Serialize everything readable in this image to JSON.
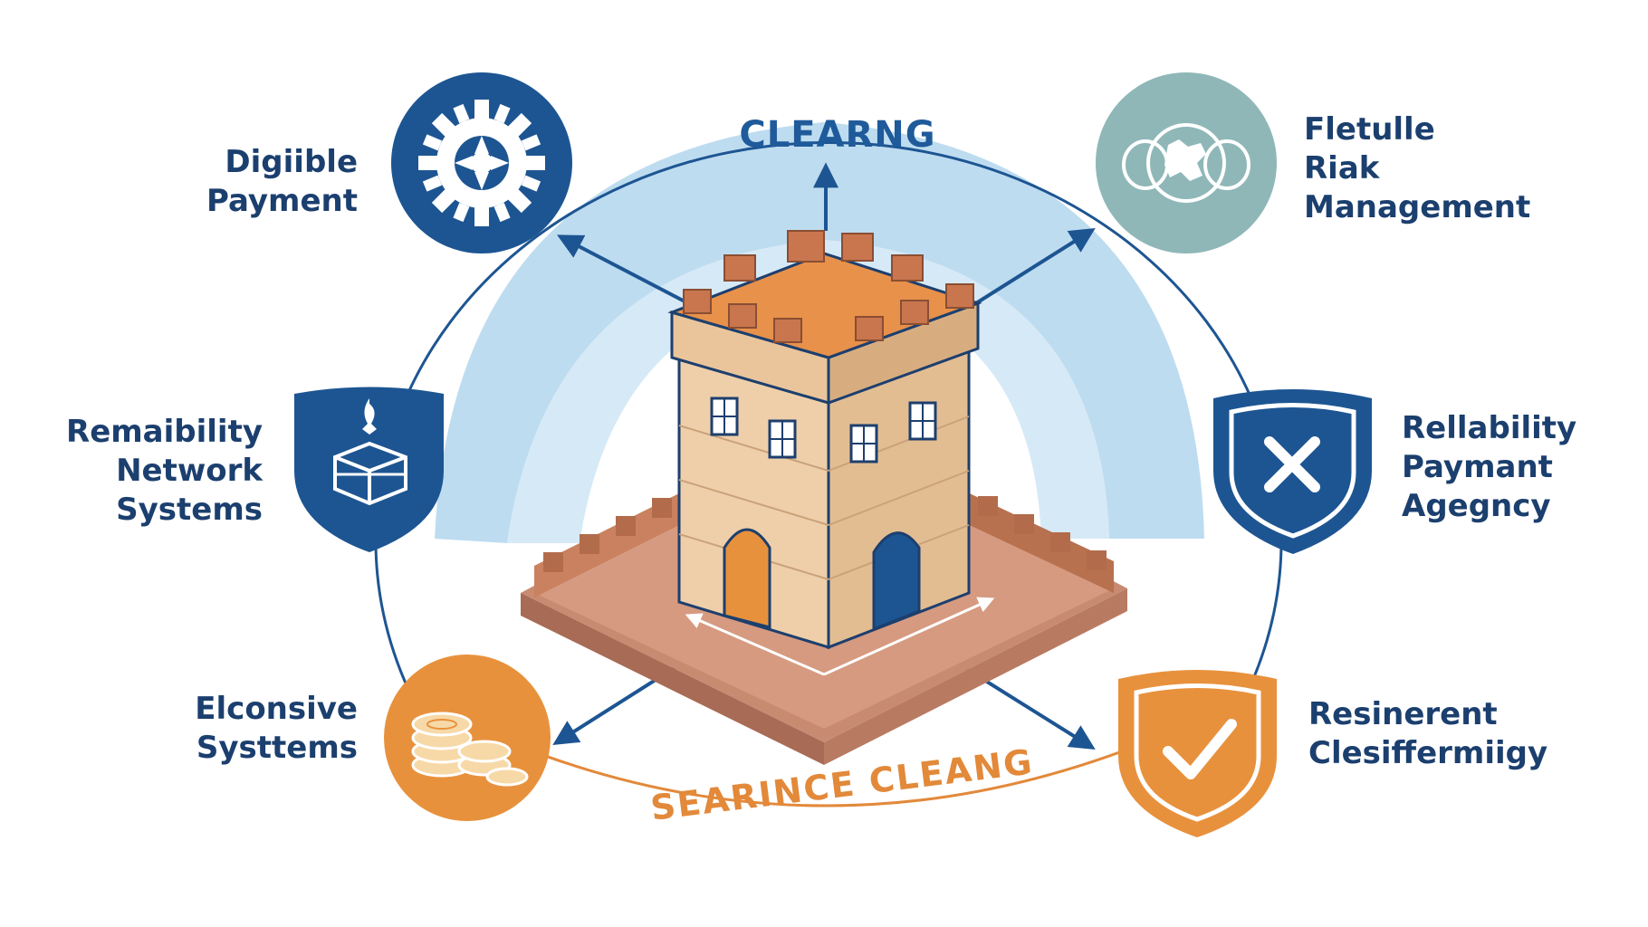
{
  "top_label": "CLEARNG",
  "bottom_label": "SEARINCE CLEANG",
  "nodes": {
    "top_left": {
      "lines": [
        "Digiible",
        "Payment"
      ],
      "icon": "gear-icon"
    },
    "middle_left": {
      "lines": [
        "Remaibility",
        "Network",
        "Systems"
      ],
      "icon": "shield-box-icon"
    },
    "bottom_left": {
      "lines": [
        "Elconsive",
        "Systtems"
      ],
      "icon": "coins-icon"
    },
    "top_right": {
      "lines": [
        "Fletulle",
        "Riak",
        "Management"
      ],
      "icon": "globe-icon"
    },
    "middle_right": {
      "lines": [
        "Rellability",
        "Paymant",
        "Agegncy"
      ],
      "icon": "shield-x-icon"
    },
    "bottom_right": {
      "lines": [
        "Resinerent",
        "Clesiffermiigy"
      ],
      "icon": "shield-check-icon"
    }
  },
  "colors": {
    "navy": "#1d5592",
    "orange": "#e8913c",
    "teal": "#8fb7b8",
    "sky": "#bedcf0",
    "ring": "#1d5592",
    "ring_bottom": "#e2893a",
    "stone": "#e9c9a2",
    "roof": "#e8914a",
    "base": "#c98a72"
  }
}
